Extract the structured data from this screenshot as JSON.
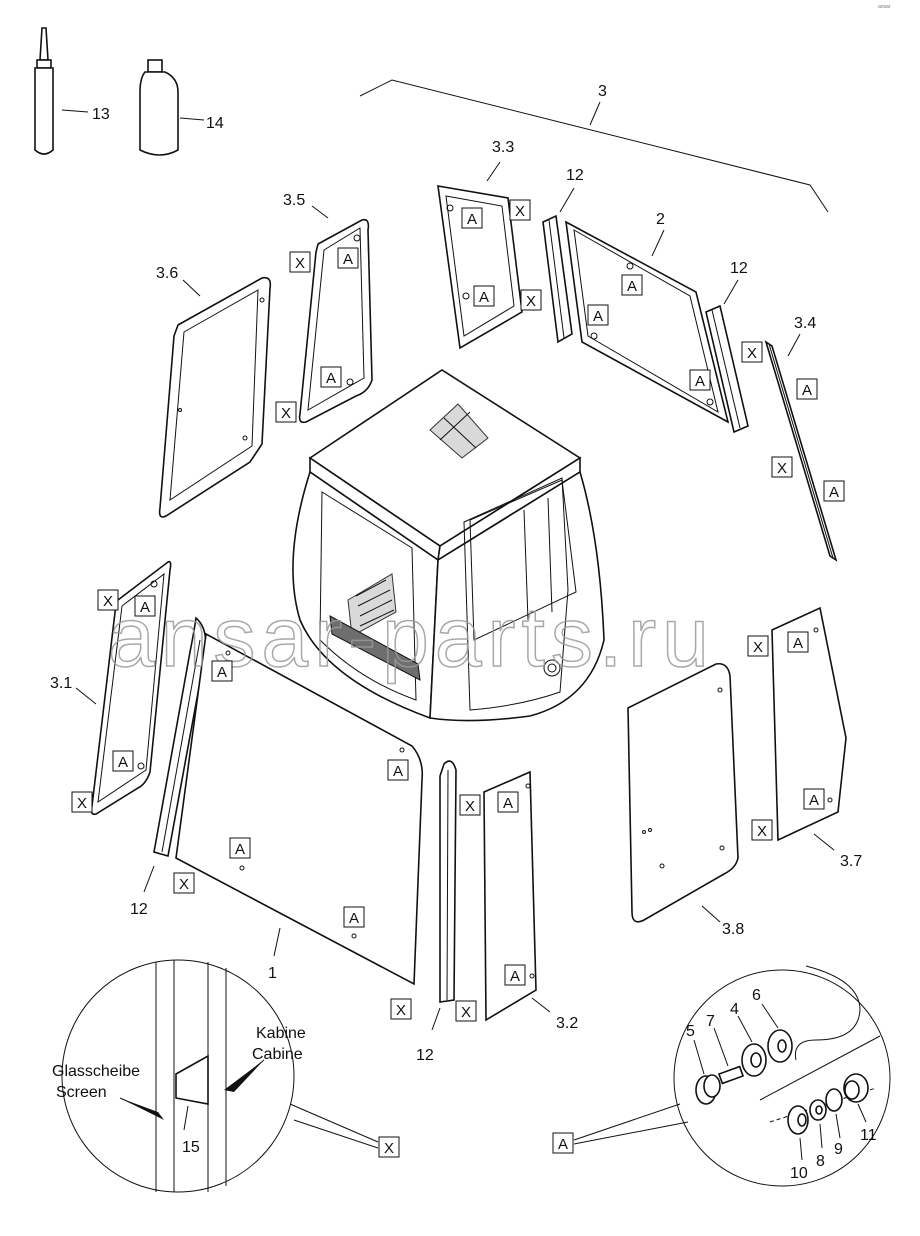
{
  "brand_mark": "ansar",
  "watermark": "ansar-parts.ru",
  "callouts": {
    "c1": "1",
    "c2": "2",
    "c3": "3",
    "c31": "3.1",
    "c32": "3.2",
    "c33": "3.3",
    "c34": "3.4",
    "c35": "3.5",
    "c36": "3.6",
    "c37": "3.7",
    "c38": "3.8",
    "c4": "4",
    "c5": "5",
    "c6": "6",
    "c7": "7",
    "c8": "8",
    "c9": "9",
    "c10": "10",
    "c11": "11",
    "c12": "12",
    "c13": "13",
    "c14": "14",
    "c15": "15"
  },
  "tags": {
    "a": "A",
    "x": "X"
  },
  "detail_labels": {
    "glass_de": "Glasscheibe",
    "glass_en": "Screen",
    "cab_de": "Kabine",
    "cab_en": "Cabine"
  }
}
